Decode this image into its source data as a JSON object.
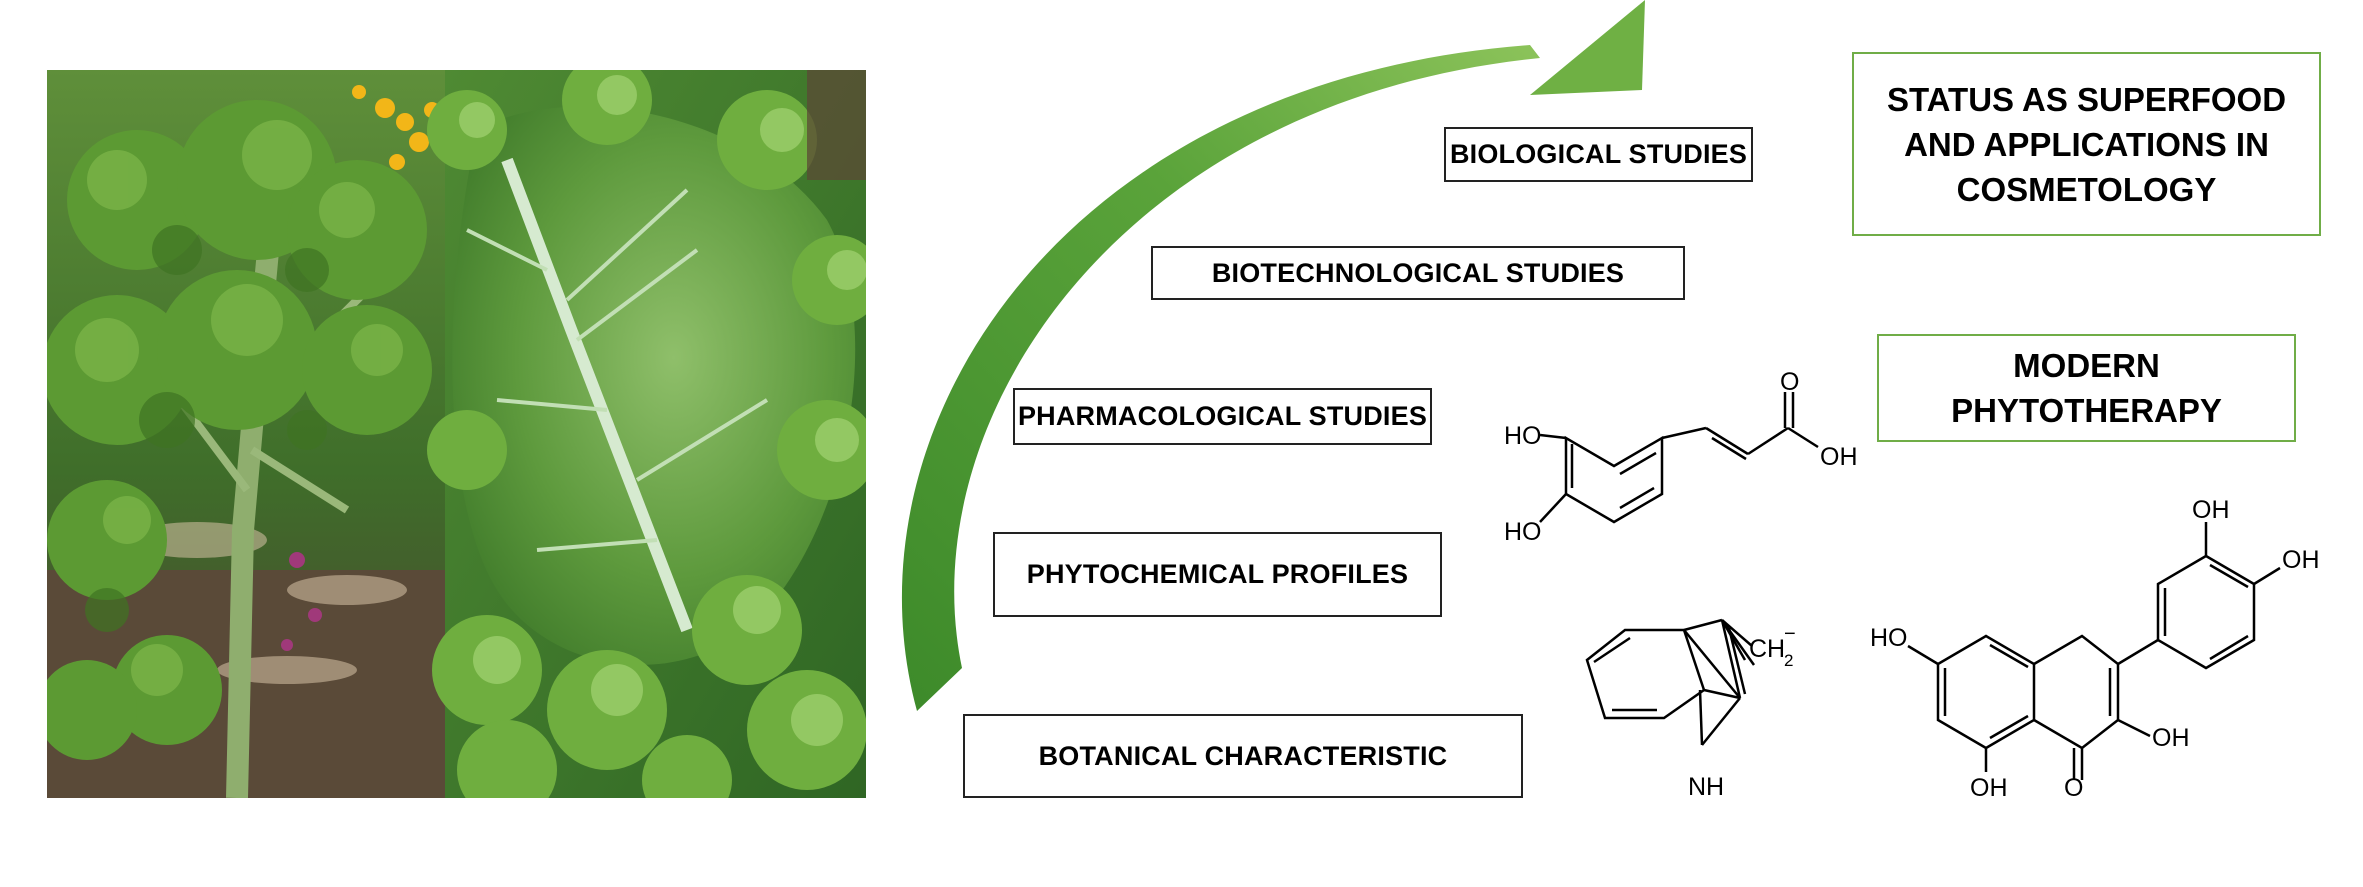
{
  "steps": {
    "botanical": "BOTANICAL CHARACTERISTIC",
    "phytochemical": "PHYTOCHEMICAL PROFILES",
    "pharmacological": "PHARMACOLOGICAL STUDIES",
    "biotechnological": "BIOTECHNOLOGICAL STUDIES",
    "biological": "BIOLOGICAL STUDIES"
  },
  "outcomes": {
    "superfood": "STATUS AS SUPERFOOD\nAND APPLICATIONS IN\nCOSMETOLOGY",
    "phytotherapy": "MODERN\nPHYTOTHERAPY"
  },
  "molecules": {
    "caffeic": {
      "ho_top": "HO",
      "ho_bottom": "HO",
      "o": "O",
      "oh": "OH"
    },
    "indole": {
      "ch2": "CH",
      "sub": "2",
      "charge": "−",
      "nh": "NH"
    },
    "flavonoid": {
      "oh_a": "OH",
      "oh_b": "OH",
      "ho": "HO",
      "oh_c": "OH",
      "oh_d": "OH",
      "o": "O"
    }
  },
  "colors": {
    "arrow_dark": "#3d8a2a",
    "arrow_light": "#8cc35a",
    "outcome_border": "#70ad47"
  }
}
